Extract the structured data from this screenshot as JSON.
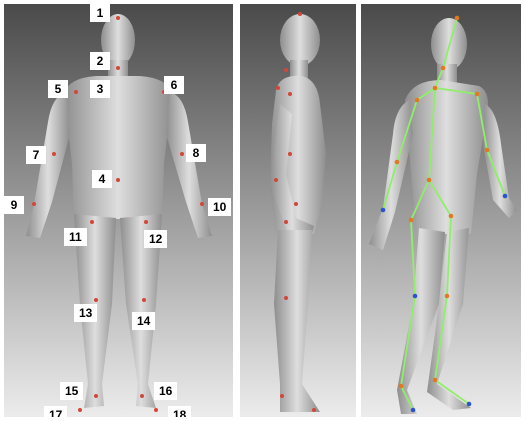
{
  "colors": {
    "panel_top": "#4a4a4a",
    "panel_bottom": "#ececec",
    "body_light": "#dedede",
    "body_dark": "#8e8e8e",
    "marker": "#d2473a",
    "bone": "#90ee6a",
    "joint_orange": "#e07a1e",
    "joint_blue": "#2a55c8"
  },
  "panels": [
    {
      "view": "front",
      "markers": "labeled"
    },
    {
      "view": "side",
      "markers": "unlabeled"
    },
    {
      "view": "front-oblique",
      "markers": "skeleton-overlay"
    }
  ],
  "marker_labels": [
    "1",
    "2",
    "3",
    "4",
    "5",
    "6",
    "7",
    "8",
    "9",
    "10",
    "11",
    "12",
    "13",
    "14",
    "15",
    "16",
    "17",
    "18"
  ]
}
